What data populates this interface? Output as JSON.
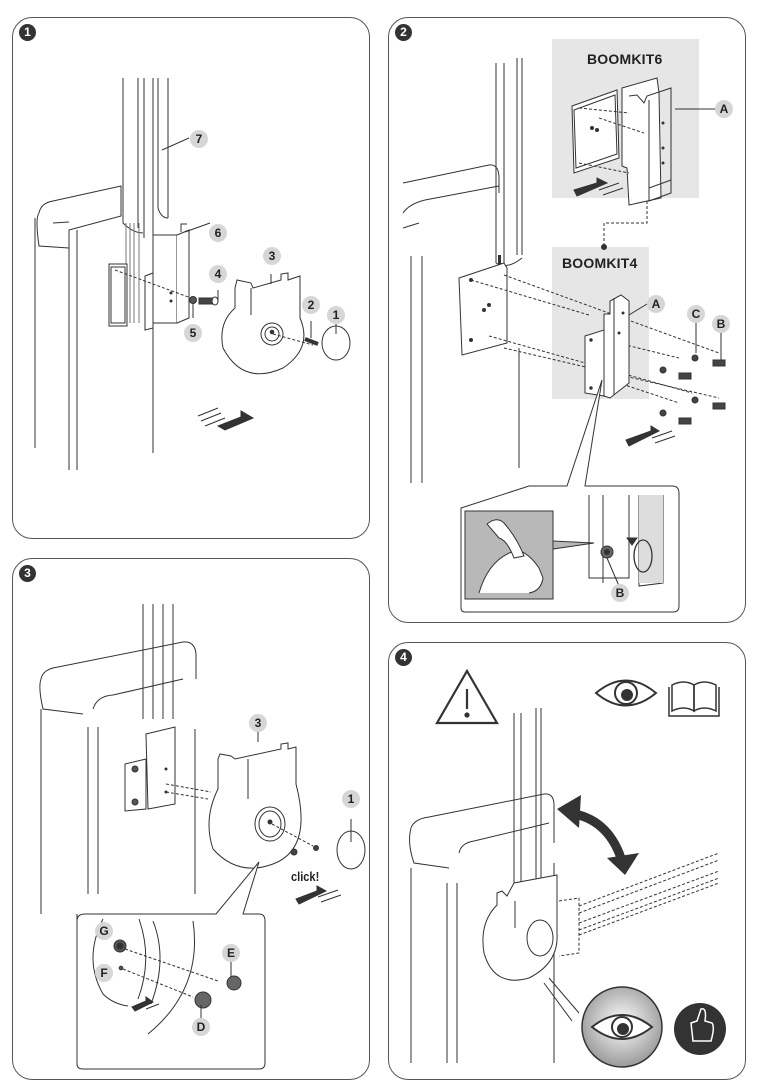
{
  "steps": [
    {
      "number": "1",
      "callouts": [
        "7",
        "6",
        "4",
        "3",
        "2",
        "1",
        "5"
      ]
    },
    {
      "number": "2",
      "kits": [
        "BOOMKIT6",
        "BOOMKIT4"
      ],
      "callouts": [
        "A",
        "A",
        "C",
        "B",
        "B"
      ]
    },
    {
      "number": "3",
      "callouts": [
        "3",
        "1",
        "G",
        "E",
        "F",
        "D"
      ],
      "action_label": "click!"
    },
    {
      "number": "4",
      "icons": [
        "warning-icon",
        "eye-icon",
        "manual-icon",
        "eye-icon",
        "thumbs-up-icon"
      ]
    }
  ],
  "colors": {
    "outline": "#555555",
    "callout_bg": "#d6d6d6",
    "kit_bg": "#e6e6e6",
    "badge_bg": "#333333"
  }
}
